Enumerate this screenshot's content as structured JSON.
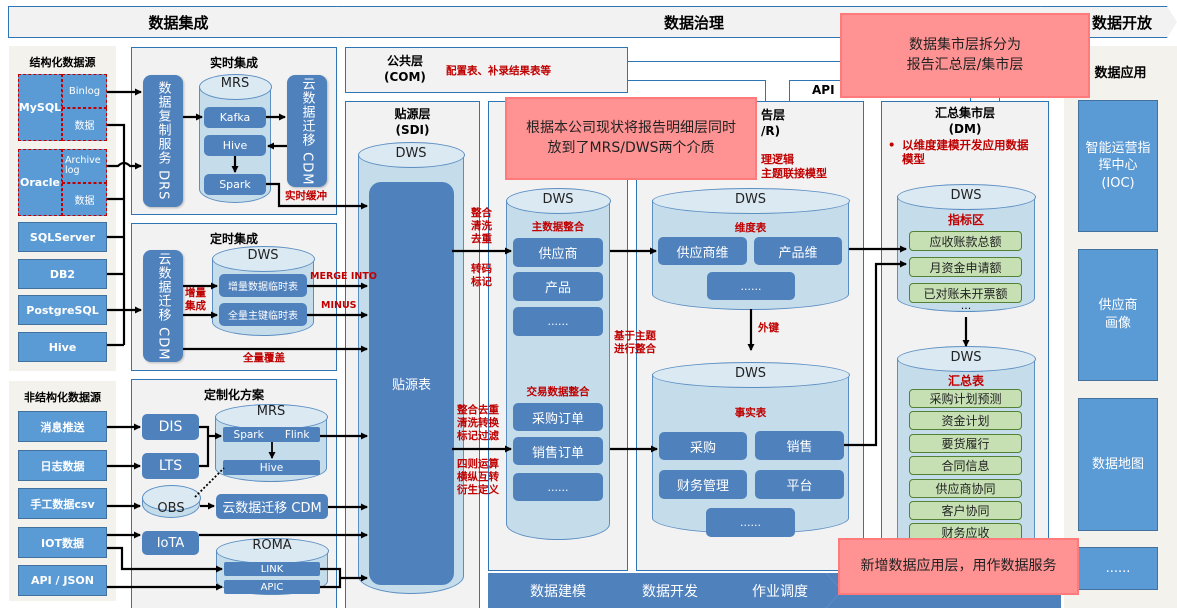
{
  "phases": {
    "integration": "数据集成",
    "governance": "数据治理",
    "open": "数据开放"
  },
  "structured_sources": {
    "title": "结构化数据源",
    "mysql": {
      "name": "MySQL",
      "parts": [
        "Binlog",
        "数据"
      ]
    },
    "oracle": {
      "name": "Oracle",
      "parts": [
        "Archive log",
        "数据"
      ]
    },
    "others": [
      "SQLServer",
      "DB2",
      "PostgreSQL",
      "Hive"
    ]
  },
  "unstructured_sources": {
    "title": "非结构化数据源",
    "items": [
      "消息推送",
      "日志数据",
      "手工数据csv",
      "IOT数据",
      "API / JSON"
    ]
  },
  "realtime": {
    "title": "实时集成",
    "drs": "数据复制服务 DRS",
    "mrs": "MRS",
    "mrs_items": [
      "Kafka",
      "Hive",
      "Spark"
    ],
    "cdm": "云数据迁移 CDM",
    "buffer_label": "实时缓冲"
  },
  "scheduled": {
    "title": "定时集成",
    "cdm": "云数据迁移 CDM",
    "incremental_label": "增量集成",
    "dws": "DWS",
    "tables": [
      "增量数据临时表",
      "全量主键临时表"
    ],
    "merge_label": "MERGE INTO",
    "minus_label": "MINUS",
    "full_label": "全量覆盖"
  },
  "custom": {
    "title": "定制化方案",
    "dis": "DIS",
    "lts": "LTS",
    "mrs": "MRS",
    "mrs_items": [
      "Spark",
      "Flink",
      "Hive"
    ],
    "obs": "OBS",
    "cdm": "云数据迁移 CDM",
    "iota": "IoTA",
    "roma": "ROMA",
    "roma_items": [
      "LINK",
      "APIC"
    ]
  },
  "com_layer": {
    "title": "公共层",
    "code": "(COM)",
    "desc": "配置表、补录结果表等"
  },
  "api_label": "API",
  "sdi_layer": {
    "title": "贴源层",
    "code": "(SDI)",
    "dws": "DWS",
    "table": "贴源表"
  },
  "transform_labels": {
    "master": [
      "整合",
      "清洗",
      "去重"
    ],
    "master2": [
      "转码",
      "标记"
    ],
    "trade": [
      "整合去重",
      "清洗转换",
      "标记过滤"
    ],
    "trade2": [
      "四则运算",
      "横纵互转",
      "衍生定义"
    ],
    "theme": [
      "基于主题",
      "进行整合"
    ],
    "fk": "外键"
  },
  "dwi_layer": {
    "dws": "DWS",
    "master_title": "主数据整合",
    "master_items": [
      "供应商",
      "产品",
      "......"
    ],
    "trade_title": "交易数据整合",
    "trade_items": [
      "采购订单",
      "销售订单",
      "......"
    ]
  },
  "dwr_layer": {
    "title_partial": "告层",
    "code_partial": "/R)",
    "desc_partial": [
      "理逻辑",
      "主题联接模型"
    ],
    "dim_dws": "DWS",
    "dim_title": "维度表",
    "dim_items": [
      "供应商维",
      "产品维",
      "......"
    ],
    "fact_dws": "DWS",
    "fact_title": "事实表",
    "fact_items": [
      "采购",
      "销售",
      "财务管理",
      "平台",
      "......"
    ]
  },
  "dm_layer": {
    "title": "汇总集市层",
    "code": "(DM)",
    "bullet": "以维度建模开发应用数据模型",
    "idx_dws": "DWS",
    "idx_title": "指标区",
    "idx_items": [
      "应收账款总额",
      "月资金申请额",
      "已对账未开票额",
      "..."
    ],
    "sum_dws": "DWS",
    "sum_title": "汇总表",
    "sum_items": [
      "采购计划预测",
      "资金计划",
      "要货履行",
      "合同信息",
      "供应商协同",
      "客户协同",
      "财务应收"
    ]
  },
  "apps": {
    "title": "数据应用",
    "items": [
      "智能运营指挥中心(IOC)",
      "供应商画像",
      "数据地图",
      "......"
    ]
  },
  "pipeline": [
    "数据建模",
    "数据开发",
    "作业调度"
  ],
  "notes": {
    "mart_split": "数据集市层拆分为\n报告汇总层/集市层",
    "detail_media": "根据本公司现状将报告明细层同时\n放到了MRS/DWS两个介质",
    "app_layer": "新增数据应用层，用作数据服务"
  },
  "colors": {
    "accent_blue": "#4f81bd",
    "source_blue": "#5b9bd5",
    "label_red": "#c00000",
    "note_pink": "#ff9393",
    "metric_green": "#c6e0b4"
  }
}
